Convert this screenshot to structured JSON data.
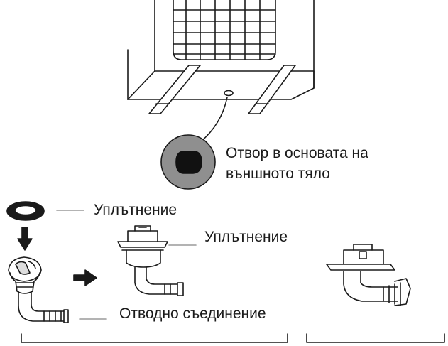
{
  "labels": {
    "base_hole_line1": "Отвор в основата на",
    "base_hole_line2": "външното тяло",
    "seal_1": "Уплътнение",
    "seal_2": "Уплътнение",
    "drain_connector": "Отводно съединение"
  },
  "icons": [
    "outdoor-unit-base",
    "drain-hole-closeup",
    "seal-ring",
    "down-arrow",
    "right-arrow",
    "drain-connector",
    "assembled-connector",
    "installed-connector"
  ],
  "colors": {
    "line": "#1a1a1a",
    "fill_gray": "#8f8f8f",
    "background": "#ffffff"
  }
}
